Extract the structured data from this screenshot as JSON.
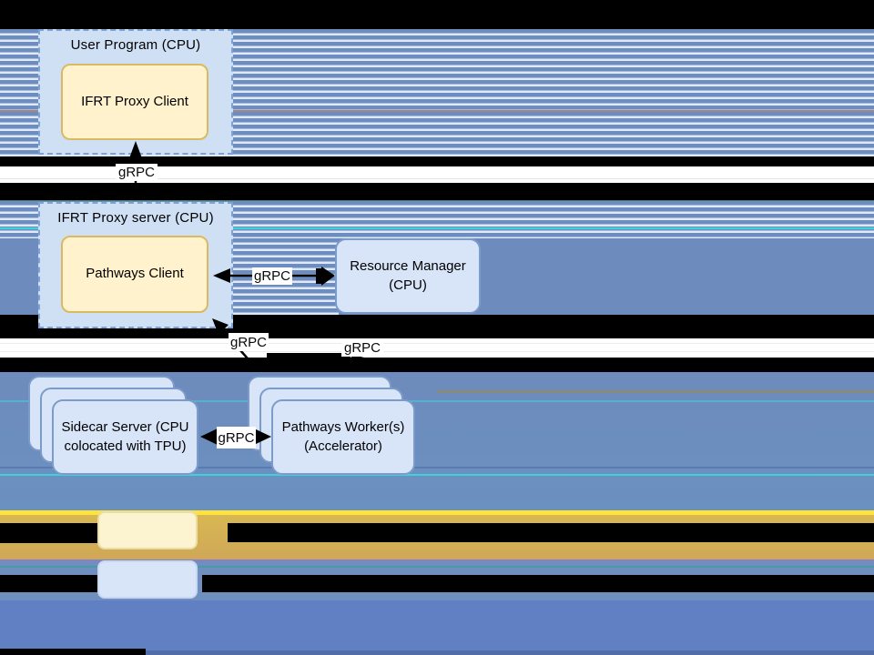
{
  "diagram": {
    "nodes": {
      "user_program": {
        "label": "User Program (CPU)"
      },
      "ifrt_proxy_client": {
        "label": "IFRT Proxy Client"
      },
      "ifrt_proxy_server": {
        "label": "IFRT Proxy server (CPU)"
      },
      "pathways_client": {
        "label": "Pathways Client"
      },
      "resource_manager": {
        "line1": "Resource Manager",
        "line2": "(CPU)"
      },
      "sidecar_server": {
        "line1": "Sidecar Server (CPU",
        "line2": "colocated with TPU)"
      },
      "pathways_workers": {
        "line1": "Pathways Worker(s)",
        "line2": "(Accelerator)"
      }
    },
    "edges": {
      "proxy_server_to_proxy_client": {
        "label": "gRPC"
      },
      "pathways_client_to_resource_manager": {
        "label": "gRPC"
      },
      "sidecar_to_pathways_client": {
        "label": "gRPC"
      },
      "resource_manager_to_workers": {
        "label": "gRPC"
      },
      "sidecar_to_workers": {
        "label": "gRPC"
      }
    }
  },
  "legend": {
    "yellow_swatch_color": "#fcf3d1",
    "blue_swatch_color": "#d8e4f8"
  },
  "colors": {
    "stripe_blue": "#6d8cbf",
    "stripe_light": "#dfe9f7",
    "solid_blue": "#6d8bbc",
    "bottom_blue": "#6180c3",
    "gold_band": "#d2ae53",
    "highlight_yellow_line": "#ffe23e",
    "node_yellow_fill": "#fff2cc",
    "node_yellow_border": "#d9ba62",
    "node_blue_fill": "#d8e5f9",
    "node_blue_border": "#7d9bc8",
    "container_fill": "#cfe0f5",
    "container_border": "#7ea2d4",
    "cyan_artifact": "#35e0e0"
  }
}
